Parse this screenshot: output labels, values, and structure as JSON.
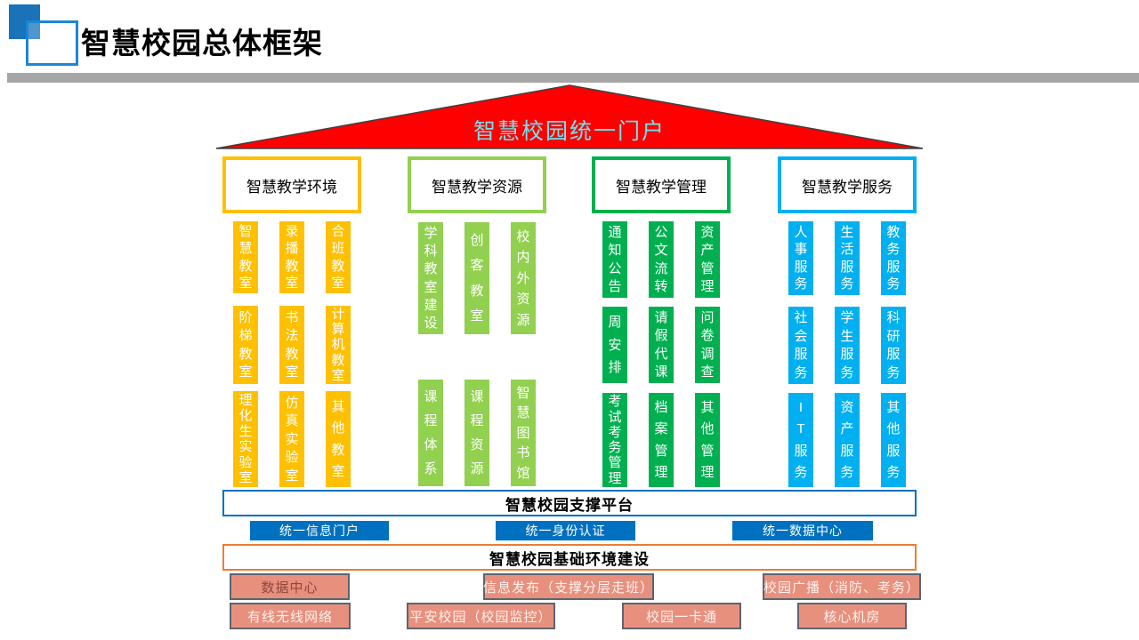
{
  "slide_header": {
    "title": "智慧校园总体框架",
    "accent_color": "#1a72b8",
    "bar_color": "#a6a6a6"
  },
  "roof": {
    "label": "智慧校园统一门户",
    "fill": "#ff0000",
    "outline": "#404040",
    "label_color": "#6fe4f0"
  },
  "sections": [
    {
      "title": "智慧教学环境",
      "border_color": "#ffc000",
      "pillar_color": "#ffc000",
      "rows": [
        [
          "智慧教室",
          "录播教室",
          "合班教室"
        ],
        [
          "阶梯教室",
          "书法教室",
          "计算机教室"
        ],
        [
          "理化生实验室",
          "仿真实验室",
          "其他教室"
        ]
      ]
    },
    {
      "title": "智慧教学资源",
      "border_color": "#92d050",
      "pillar_color": "#92d050",
      "rows": [
        [
          "学科教室建设",
          "创客教室",
          "校内外资源"
        ],
        [
          "课程体系",
          "课程资源",
          "智慧图书馆"
        ]
      ]
    },
    {
      "title": "智慧教学管理",
      "border_color": "#00b050",
      "pillar_color": "#00b050",
      "rows": [
        [
          "通知公告",
          "公文流转",
          "资产管理"
        ],
        [
          "周安排",
          "请假代课",
          "问卷调查"
        ],
        [
          "考试考务管理",
          "档案管理",
          "其他管理"
        ]
      ]
    },
    {
      "title": "智慧教学服务",
      "border_color": "#00b0f0",
      "pillar_color": "#00b0f0",
      "rows": [
        [
          "人事服务",
          "生活服务",
          "教务服务"
        ],
        [
          "社会服务",
          "学生服务",
          "科研服务"
        ],
        [
          "IT服务",
          "资产服务",
          "其他服务"
        ]
      ]
    }
  ],
  "platform": {
    "title": "智慧校园支撑平台",
    "border_color": "#0070c0",
    "button_color": "#0070c0",
    "button_text_color": "#ffffff",
    "buttons": [
      "统一信息门户",
      "统一身份认证",
      "统一数据中心"
    ]
  },
  "infrastructure": {
    "title": "智慧校园基础环境建设",
    "border_color": "#ed7d31",
    "box_fill": "#e8907e",
    "box_border": "#5b6570",
    "row1": [
      {
        "label": "数据中心",
        "text_color": "#8f463a"
      },
      {
        "label": "信息发布（支撑分层走班）",
        "text_color": "#fcf1ed"
      },
      {
        "label": "校园广播（消防、考务）",
        "text_color": "#fcf1ed"
      }
    ],
    "row2": [
      {
        "label": "有线无线网络",
        "text_color": "#fcf1ed"
      },
      {
        "label": "平安校园（校园监控）",
        "text_color": "#fcf1ed"
      },
      {
        "label": "校园一卡通",
        "text_color": "#fcf1ed"
      },
      {
        "label": "核心机房",
        "text_color": "#fcf1ed"
      }
    ]
  }
}
